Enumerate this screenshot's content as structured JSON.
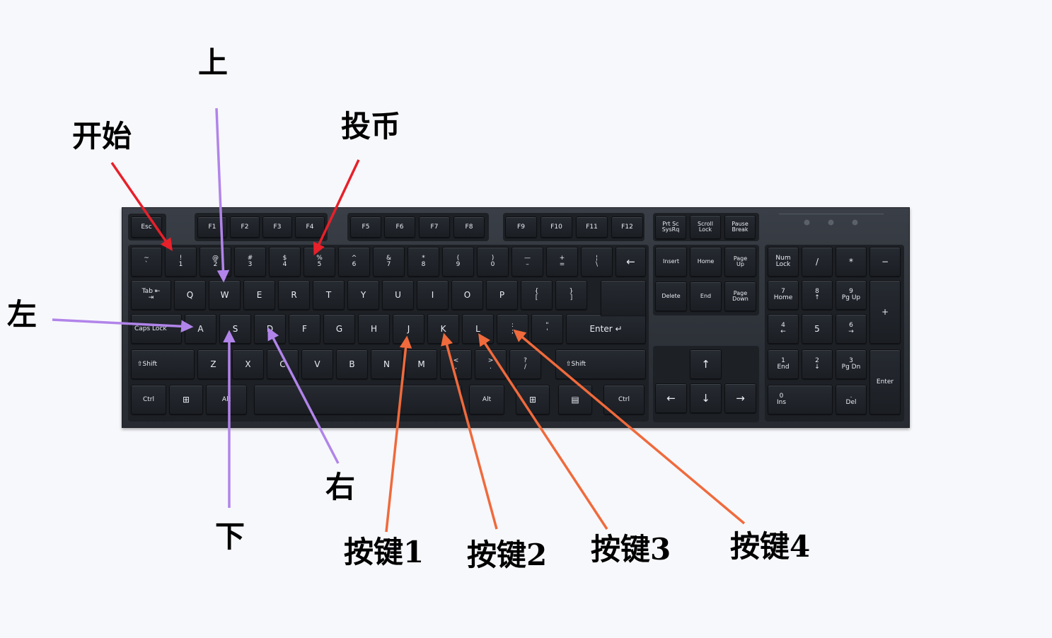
{
  "colors": {
    "red": "#e8202a",
    "purple": "#b184ea",
    "orange": "#f06a3c"
  },
  "labels": {
    "start": "开始",
    "up": "上",
    "coin": "投币",
    "left": "左",
    "right": "右",
    "down": "下",
    "button1": "按键1",
    "button2": "按键2",
    "button3": "按键3",
    "button4": "按键4"
  },
  "keyboard": {
    "function_row": [
      "Esc",
      "F1",
      "F2",
      "F3",
      "F4",
      "F5",
      "F6",
      "F7",
      "F8",
      "F9",
      "F10",
      "F11",
      "F12",
      "Prt Sc\nSysRq",
      "Scroll\nLock",
      "Pause\nBreak"
    ],
    "number_row": [
      "~\n`",
      "!\n1",
      "@\n2",
      "#\n3",
      "$\n4",
      "%\n5",
      "^\n6",
      "&\n7",
      "*\n8",
      "(\n9",
      ")\n0",
      "—\n–",
      "+\n=",
      "¦\n\\",
      "←"
    ],
    "qwerty_row": [
      "Tab ⇤\n⇥",
      "Q",
      "W",
      "E",
      "R",
      "T",
      "Y",
      "U",
      "I",
      "O",
      "P",
      "{\n[",
      "}\n]"
    ],
    "home_row": [
      "Caps Lock",
      "A",
      "S",
      "D",
      "F",
      "G",
      "H",
      "J",
      "K",
      "L",
      ":\n;",
      "\"\n'",
      "Enter ↵"
    ],
    "shift_row": [
      "⇧Shift",
      "Z",
      "X",
      "C",
      "V",
      "B",
      "N",
      "M",
      "<\n,",
      ">\n.",
      "?\n/",
      "⇧Shift"
    ],
    "bottom_row": [
      "Ctrl",
      "⊞",
      "Alt",
      "",
      "Alt",
      "⊞",
      "▤",
      "Ctrl"
    ],
    "nav_top": [
      "Insert",
      "Home",
      "Page\nUp"
    ],
    "nav_bottom": [
      "Delete",
      "End",
      "Page\nDown"
    ],
    "arrow_keys": [
      "↑",
      "←",
      "↓",
      "→"
    ],
    "numpad_row1": [
      "Num\nLock",
      "/",
      "*",
      "−"
    ],
    "numpad_row2": [
      "7\nHome",
      "8\n↑",
      "9\nPg Up",
      "+"
    ],
    "numpad_row3": [
      "4\n←",
      "5",
      "6\n→"
    ],
    "numpad_row4": [
      "1\nEnd",
      "2\n↓",
      "3\nPg Dn",
      "Enter"
    ],
    "numpad_row5": [
      "0\nIns",
      ".\nDel"
    ]
  }
}
